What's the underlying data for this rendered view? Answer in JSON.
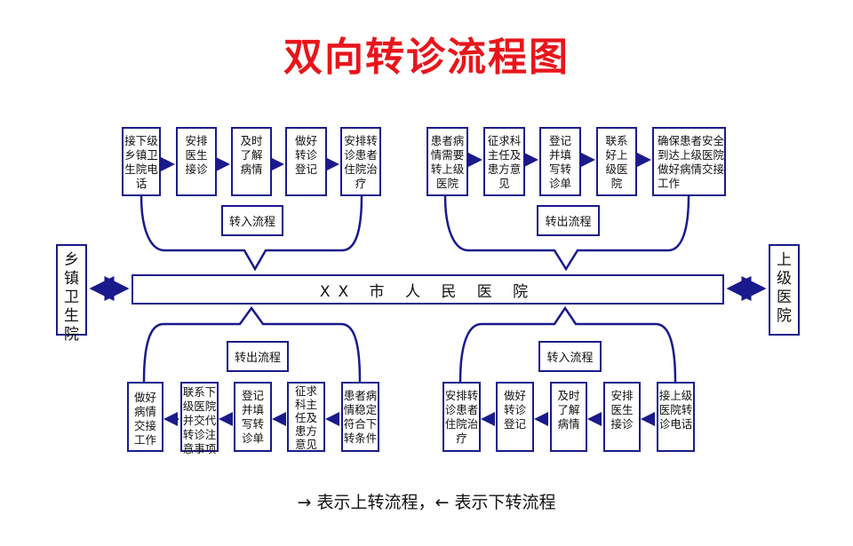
{
  "title": "双向转诊流程图",
  "hospital": "XX 市 人 民 医 院",
  "left_entity": "乡\n镇\n卫\n生\n院",
  "right_entity": "上\n级\n医\n院",
  "top_left": {
    "label": "转入流程",
    "steps": [
      "接下级\n乡镇卫\n生院电\n话",
      "安排\n医生\n接诊",
      "及时\n了解\n病情",
      "做好\n转诊\n登记",
      "安排转\n诊患者\n住院治\n疗"
    ]
  },
  "top_right": {
    "label": "转出流程",
    "steps": [
      "患者病\n情需要\n转上级\n医院",
      "征求科\n主任及\n患方意\n见",
      "登记\n并填\n写转\n诊单",
      "联系\n好上\n级医\n院",
      "确保患者安全\n到达上级医院\n做好病情交接\n工作"
    ]
  },
  "bottom_left": {
    "label": "转出流程",
    "steps": [
      "做好\n病情\n交接\n工作",
      "联系下\n级医院\n并交代\n转诊注\n意事项",
      "登记\n并填\n写转\n诊单",
      "征求\n科主\n任及\n患方\n意见",
      "患者病\n情稳定\n符合下\n转条件"
    ]
  },
  "bottom_right": {
    "label": "转入流程",
    "steps": [
      "安排转\n诊患者\n住院治\n疗",
      "做好\n转诊\n登记",
      "及时\n了解\n病情",
      "安排\n医生\n接诊",
      "接上级\n医院转\n诊电话"
    ]
  },
  "legend": "→ 表示上转流程，← 表示下转流程",
  "colors": {
    "title": "#e8161b",
    "line": "#1a1a8c"
  }
}
